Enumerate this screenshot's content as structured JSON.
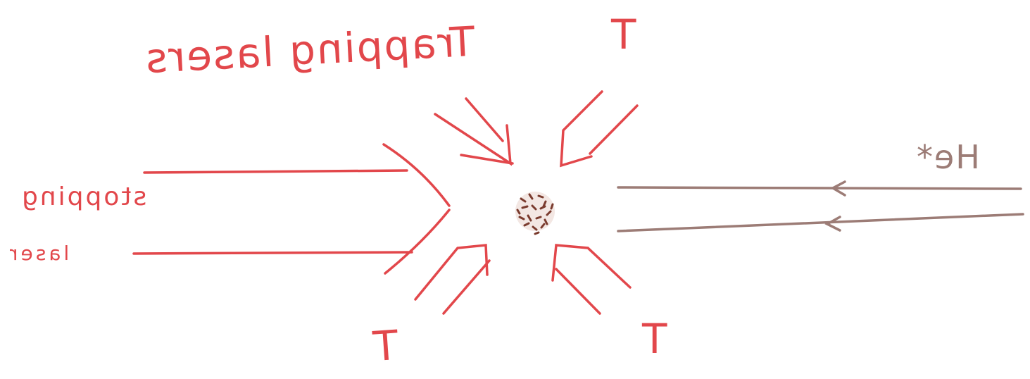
{
  "labels": {
    "trapping_lasers": "Trapping lasers",
    "stopping_laser_line1": "stopping",
    "stopping_laser_line2": "laser",
    "helium": "He*",
    "trap_top_right": "T",
    "trap_bottom_left": "T",
    "trap_bottom_right": "T"
  },
  "colors": {
    "laser": "#e2474b",
    "atom_beam": "#9c7c76",
    "atom_cloud": "#7a3b2e"
  }
}
